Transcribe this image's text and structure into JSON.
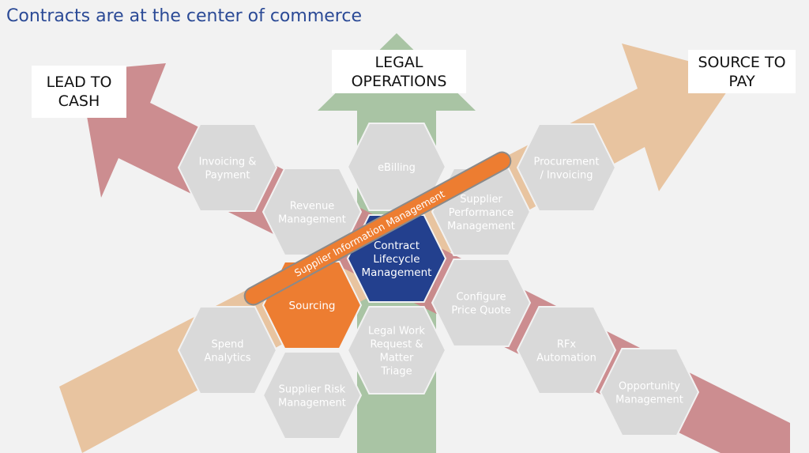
{
  "title": "Contracts are at the center of commerce",
  "labels": {
    "lead_to_cash": "LEAD TO\nCASH",
    "legal_operations": "LEGAL\nOPERATIONS",
    "source_to_pay": "SOURCE TO\nPAY"
  },
  "band_label": "Supplier Information Management",
  "hexagons": [
    {
      "id": "invoicing-payment",
      "lines": [
        "Invoicing &",
        "Payment"
      ],
      "color": "#d9d9d9"
    },
    {
      "id": "revenue-management",
      "lines": [
        "Revenue",
        "Management"
      ],
      "color": "#d9d9d9"
    },
    {
      "id": "ebilling",
      "lines": [
        "eBilling"
      ],
      "color": "#d9d9d9"
    },
    {
      "id": "supplier-performance-management",
      "lines": [
        "Supplier",
        "Performance",
        "Management"
      ],
      "color": "#d9d9d9"
    },
    {
      "id": "procurement-invoicing",
      "lines": [
        "Procurement",
        "/ Invoicing"
      ],
      "color": "#d9d9d9"
    },
    {
      "id": "contract-lifecycle-management",
      "lines": [
        "Contract",
        "Lifecycle",
        "Management"
      ],
      "color": "#23408e"
    },
    {
      "id": "sourcing",
      "lines": [
        "Sourcing"
      ],
      "color": "#ed7d31"
    },
    {
      "id": "configure-price-quote",
      "lines": [
        "Configure",
        "Price Quote"
      ],
      "color": "#d9d9d9"
    },
    {
      "id": "legal-work-request",
      "lines": [
        "Legal Work",
        "Request &",
        "Matter",
        "Triage"
      ],
      "color": "#d9d9d9"
    },
    {
      "id": "spend-analytics",
      "lines": [
        "Spend",
        "Analytics"
      ],
      "color": "#d9d9d9"
    },
    {
      "id": "supplier-risk-management",
      "lines": [
        "Supplier Risk",
        "Management"
      ],
      "color": "#d9d9d9"
    },
    {
      "id": "rfx-automation",
      "lines": [
        "RFx",
        "Automation"
      ],
      "color": "#d9d9d9"
    },
    {
      "id": "opportunity-management",
      "lines": [
        "Opportunity",
        "Management"
      ],
      "color": "#d9d9d9"
    }
  ],
  "colors": {
    "red_arrow": "#c9878a",
    "orange_arrow": "#e8c4a0",
    "green_arrow": "#a9c4a4",
    "band": "#ed7d31",
    "navy": "#23408e",
    "hex_gray": "#d9d9d9"
  }
}
